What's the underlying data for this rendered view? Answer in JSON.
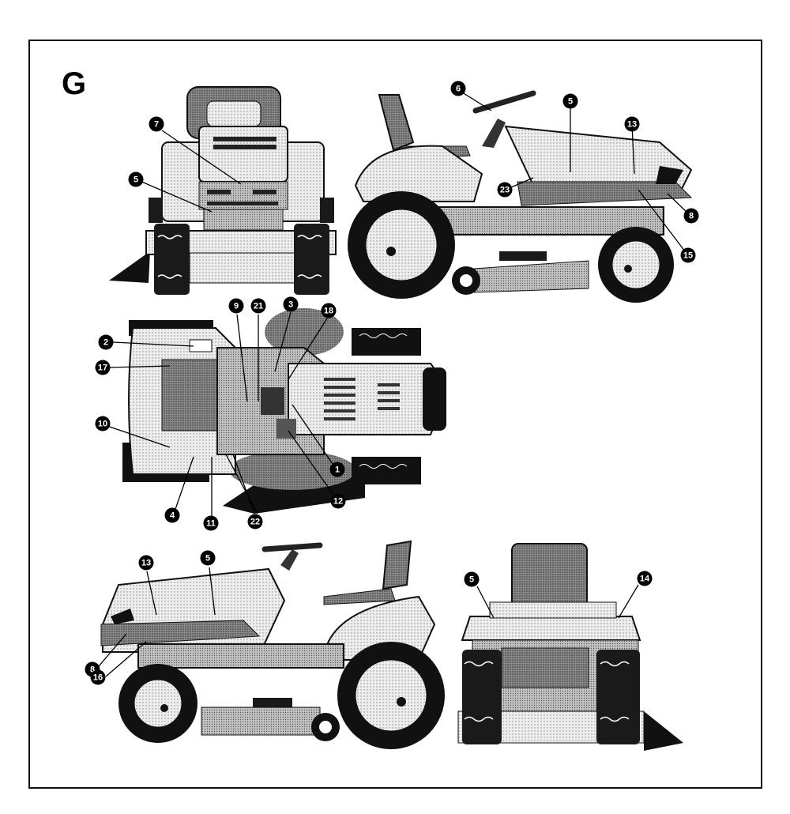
{
  "figure_label": "G",
  "callouts": [
    {
      "id": "front-7",
      "label": "7"
    },
    {
      "id": "front-5",
      "label": "5"
    },
    {
      "id": "rs-6",
      "label": "6"
    },
    {
      "id": "rs-5",
      "label": "5"
    },
    {
      "id": "rs-13",
      "label": "13"
    },
    {
      "id": "rs-23",
      "label": "23"
    },
    {
      "id": "rs-8",
      "label": "8"
    },
    {
      "id": "rs-15",
      "label": "15"
    },
    {
      "id": "top-9",
      "label": "9"
    },
    {
      "id": "top-21",
      "label": "21"
    },
    {
      "id": "top-3",
      "label": "3"
    },
    {
      "id": "top-18",
      "label": "18"
    },
    {
      "id": "top-2",
      "label": "2"
    },
    {
      "id": "top-17",
      "label": "17"
    },
    {
      "id": "top-10",
      "label": "10"
    },
    {
      "id": "top-1",
      "label": "1"
    },
    {
      "id": "top-12",
      "label": "12"
    },
    {
      "id": "top-4",
      "label": "4"
    },
    {
      "id": "top-11",
      "label": "11"
    },
    {
      "id": "top-22",
      "label": "22"
    },
    {
      "id": "ls-13",
      "label": "13"
    },
    {
      "id": "ls-5",
      "label": "5"
    },
    {
      "id": "ls-8",
      "label": "8"
    },
    {
      "id": "ls-16",
      "label": "16"
    },
    {
      "id": "rear-5",
      "label": "5"
    },
    {
      "id": "rear-14",
      "label": "14"
    }
  ]
}
